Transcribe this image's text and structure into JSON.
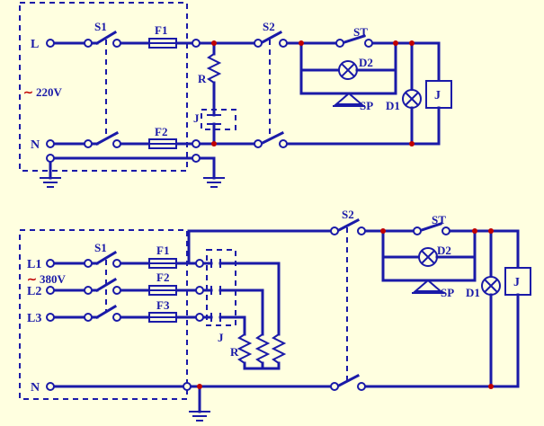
{
  "top": {
    "terminals": [
      "L",
      "N"
    ],
    "voltage": "220V",
    "switches": [
      "S1",
      "S2"
    ],
    "fuses": [
      "F1",
      "F2"
    ],
    "resistor": "R",
    "relay_contact": "J",
    "thermostat": "ST",
    "lamps": [
      "D1",
      "D2"
    ],
    "pressure_switch": "SP",
    "relay_coil": "J"
  },
  "bottom": {
    "terminals": [
      "L1",
      "L2",
      "L3",
      "N"
    ],
    "voltage": "380V",
    "switches": [
      "S1",
      "S2"
    ],
    "fuses": [
      "F1",
      "F2",
      "F3"
    ],
    "relay_contact": "J",
    "resistor": "R",
    "thermostat": "ST",
    "lamps": [
      "D1",
      "D2"
    ],
    "pressure_switch": "SP",
    "relay_coil": "J"
  },
  "tilde": "∼",
  "colors": {
    "wire": "#1a1aa8",
    "junction": "#c00000",
    "background": "#ffffe0"
  }
}
